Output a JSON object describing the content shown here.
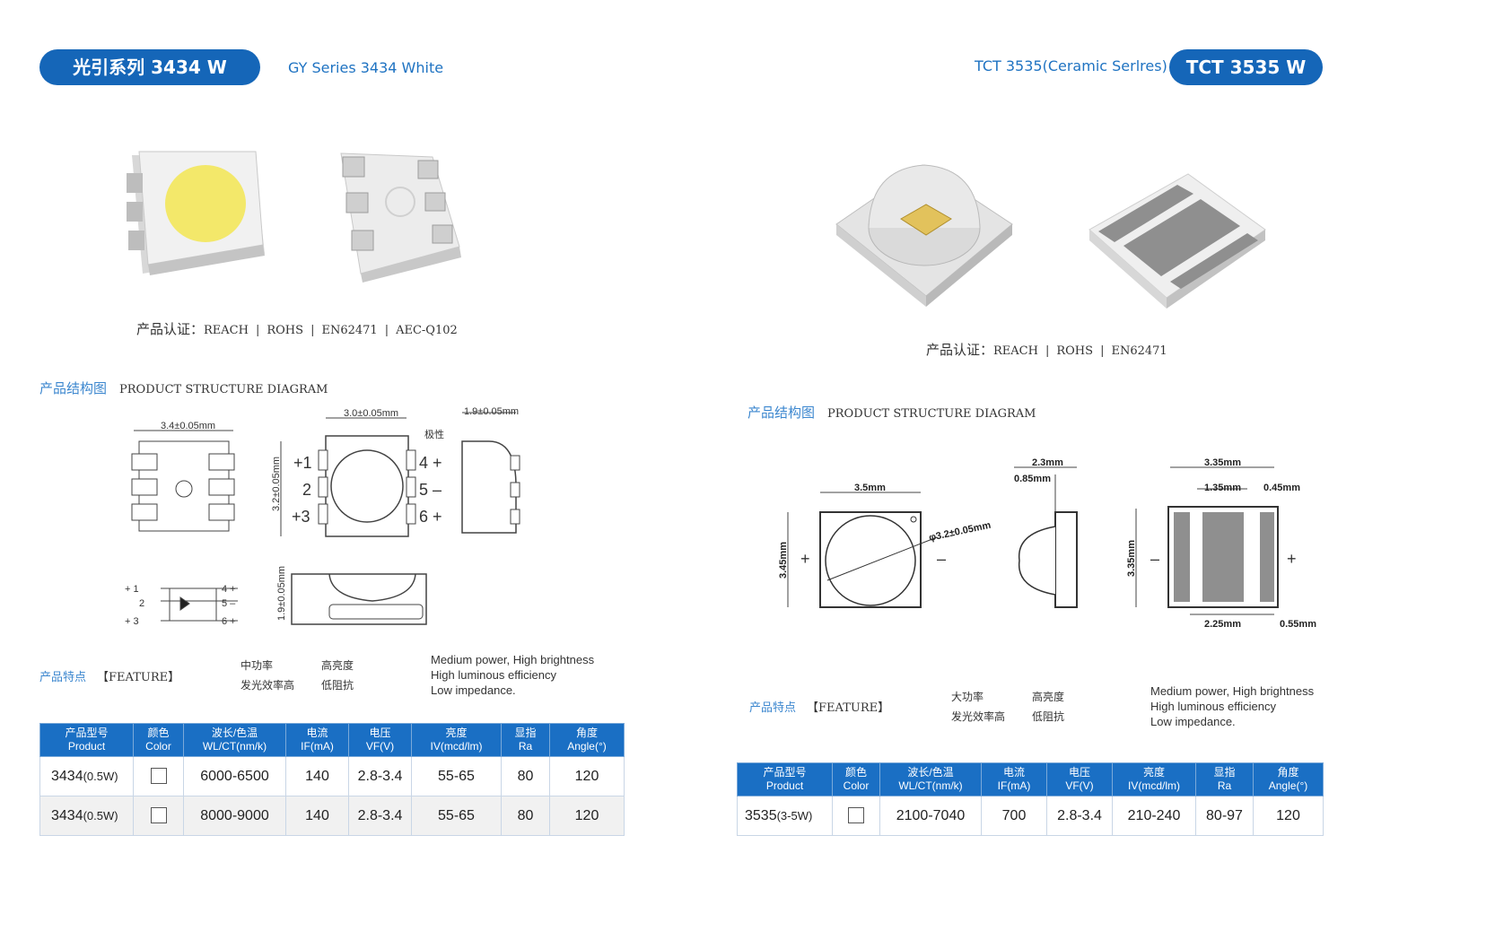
{
  "left": {
    "title_pill": "光引系列 3434 W",
    "subtitle": "GY Series 3434 White",
    "cert_label": "产品认证：",
    "certs": [
      "REACH",
      "ROHS",
      "EN62471",
      "AEC-Q102"
    ],
    "structure_zh": "产品结构图",
    "structure_en": "PRODUCT STRUCTURE DIAGRAM",
    "dims": {
      "width": "3.4±0.05mm",
      "top": "3.0±0.05mm",
      "side_top": "1.9±0.05mm",
      "height": "3.2±0.05mm",
      "side_h": "1.9±0.05mm",
      "mark": "极性"
    },
    "pins": {
      "p1": "+1",
      "p2": "2",
      "p3": "+3",
      "p4": "4 +",
      "p5": "5 –",
      "p6": "6 +"
    },
    "schem": {
      "l1": "+ 1",
      "l2": "2",
      "l3": "+ 3",
      "r4": "4 +",
      "r5": "5 –",
      "r6": "6 +"
    },
    "feature_zh": "产品特点",
    "feature_en": "【FEATURE】",
    "feature_cn": [
      [
        "中功率",
        "高亮度"
      ],
      [
        "发光效率高",
        "低阻抗"
      ]
    ],
    "feature_lines": [
      "Medium power, High brightness",
      "High luminous efficiency",
      "Low impedance."
    ],
    "table": {
      "headers": [
        {
          "zh": "产品型号",
          "en": "Product"
        },
        {
          "zh": "颜色",
          "en": "Color"
        },
        {
          "zh": "波长/色温",
          "en": "WL/CT(nm/k)"
        },
        {
          "zh": "电流",
          "en": "IF(mA)"
        },
        {
          "zh": "电压",
          "en": "VF(V)"
        },
        {
          "zh": "亮度",
          "en": "IV(mcd/lm)"
        },
        {
          "zh": "显指",
          "en": "Ra"
        },
        {
          "zh": "角度",
          "en": "Angle(°)"
        }
      ],
      "rows": [
        {
          "product": "3434",
          "power": "(0.5W)",
          "wl": "6000-6500",
          "if": "140",
          "vf": "2.8-3.4",
          "iv": "55-65",
          "ra": "80",
          "angle": "120"
        },
        {
          "product": "3434",
          "power": "(0.5W)",
          "wl": "8000-9000",
          "if": "140",
          "vf": "2.8-3.4",
          "iv": "55-65",
          "ra": "80",
          "angle": "120"
        }
      ]
    }
  },
  "right": {
    "subtitle": "TCT 3535(Ceramic Serlres)",
    "title_pill": "TCT 3535 W",
    "cert_label": "产品认证：",
    "certs": [
      "REACH",
      "ROHS",
      "EN62471"
    ],
    "structure_zh": "产品结构图",
    "structure_en": "PRODUCT STRUCTURE DIAGRAM",
    "dims": {
      "top_w": "3.5mm",
      "lens": "φ3.2±0.05mm",
      "height": "3.45mm",
      "side_w": "2.3mm",
      "side_base": "0.85mm",
      "bot_w": "3.35mm",
      "bot_h": "3.35mm",
      "bot_mid": "1.35mm",
      "bot_edge": "0.45mm",
      "bot_pad": "2.25mm",
      "bot_gap": "0.55mm",
      "plus": "+",
      "minus": "–"
    },
    "feature_zh": "产品特点",
    "feature_en": "【FEATURE】",
    "feature_cn": [
      [
        "大功率",
        "高亮度"
      ],
      [
        "发光效率高",
        "低阻抗"
      ]
    ],
    "feature_lines": [
      "Medium power, High brightness",
      "High luminous efficiency",
      "Low impedance."
    ],
    "table": {
      "headers": [
        {
          "zh": "产品型号",
          "en": "Product"
        },
        {
          "zh": "颜色",
          "en": "Color"
        },
        {
          "zh": "波长/色温",
          "en": "WL/CT(nm/k)"
        },
        {
          "zh": "电流",
          "en": "IF(mA)"
        },
        {
          "zh": "电压",
          "en": "VF(V)"
        },
        {
          "zh": "亮度",
          "en": "IV(mcd/lm)"
        },
        {
          "zh": "显指",
          "en": "Ra"
        },
        {
          "zh": "角度",
          "en": "Angle(°)"
        }
      ],
      "rows": [
        {
          "product": "3535",
          "power": "(3-5W)",
          "wl": "2100-7040",
          "if": "700",
          "vf": "2.8-3.4",
          "iv": "210-240",
          "ra": "80-97",
          "angle": "120"
        }
      ]
    }
  },
  "colors": {
    "accent": "#1566b8",
    "accent_text": "#1f73c2",
    "led_yellow": "#f3e86a"
  }
}
